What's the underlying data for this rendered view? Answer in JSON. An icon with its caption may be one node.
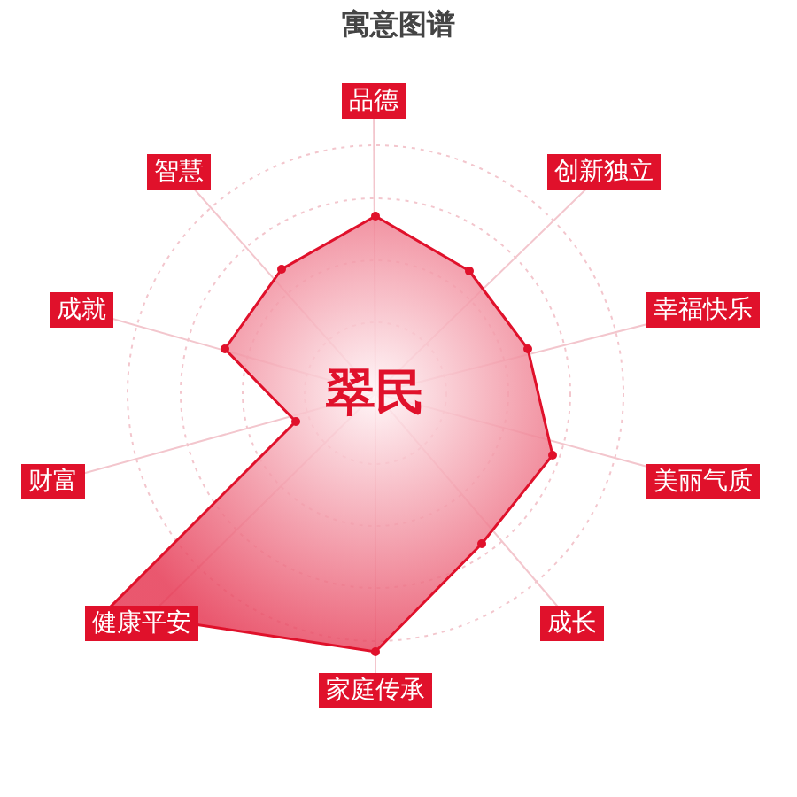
{
  "diagram": {
    "title": "寓意图谱",
    "nodes": [
      {
        "text": [
          "品德"
        ]
      },
      {
        "text": [
          "创新独立"
        ]
      },
      {
        "text": [
          "幸福快乐"
        ]
      },
      {
        "text": [
          "美丽气质"
        ]
      },
      {
        "text": [
          "成长"
        ]
      },
      {
        "text": [
          "家庭传承"
        ]
      },
      {
        "text": [
          "健康平安"
        ]
      },
      {
        "text": [
          "财富"
        ]
      },
      {
        "text": [
          "成就"
        ]
      },
      {
        "text": [
          "智慧"
        ]
      }
    ],
    "labels": [
      "翠民"
    ]
  }
}
